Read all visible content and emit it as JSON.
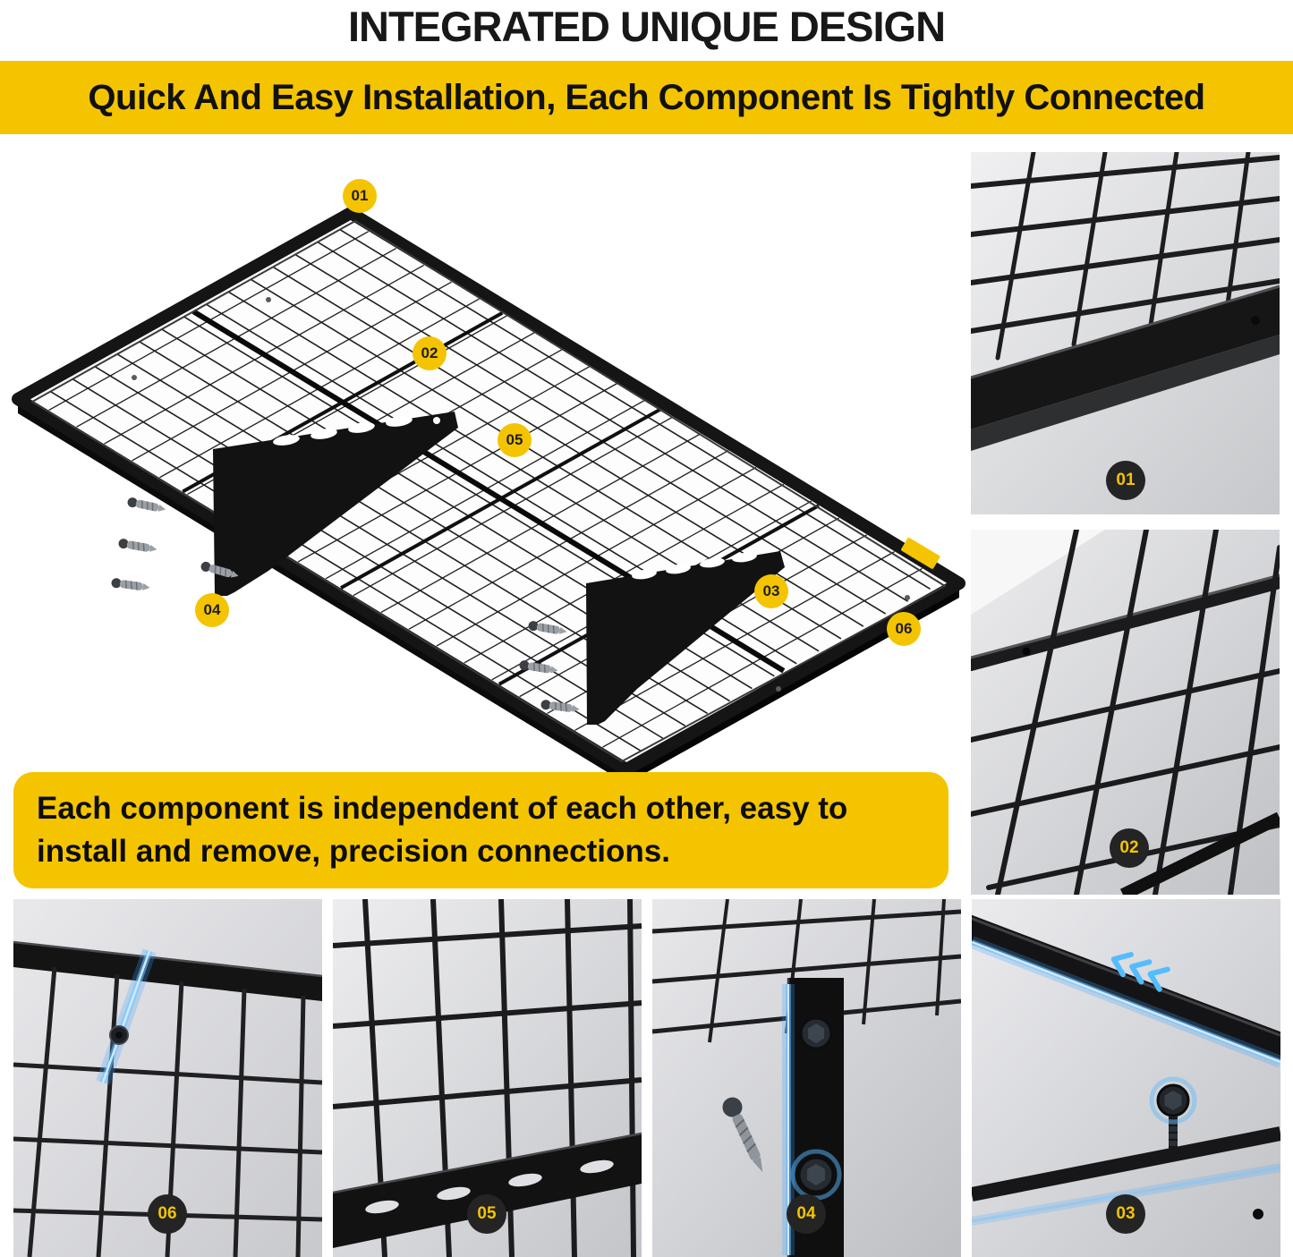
{
  "title": "INTEGRATED UNIQUE DESIGN",
  "banner": {
    "text": "Quick And Easy Installation, Each Component Is Tightly Connected"
  },
  "info_box": {
    "text": "Each component is independent of each other, easy to install and remove, precision connections."
  },
  "main_photo": {
    "callouts": [
      {
        "id": "01",
        "label": "01"
      },
      {
        "id": "02",
        "label": "02"
      },
      {
        "id": "05",
        "label": "05"
      },
      {
        "id": "03",
        "label": "03"
      },
      {
        "id": "04",
        "label": "04"
      },
      {
        "id": "06",
        "label": "06"
      }
    ]
  },
  "side_photos": [
    {
      "badge": "01"
    },
    {
      "badge": "02"
    }
  ],
  "bottom_photos": [
    {
      "badge": "06"
    },
    {
      "badge": "05"
    },
    {
      "badge": "04"
    },
    {
      "badge": "03"
    }
  ],
  "colors": {
    "accent_yellow": "#F5C400",
    "badge_dark_bg": "#242424",
    "badge_dark_text": "#F5C400",
    "title_text": "#181818",
    "highlight_blue": "#55BDFF"
  }
}
